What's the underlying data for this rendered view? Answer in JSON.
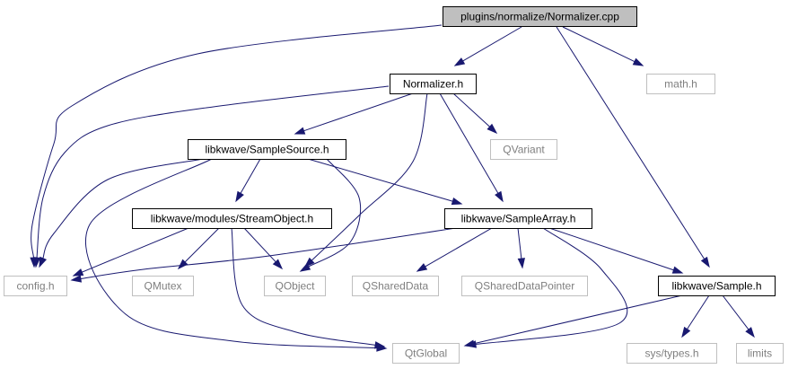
{
  "graph": {
    "nodes": [
      {
        "id": "normalizer_cpp",
        "label": "plugins/normalize/Normalizer.cpp",
        "style": "root"
      },
      {
        "id": "normalizer_h",
        "label": "Normalizer.h",
        "style": "documented"
      },
      {
        "id": "math_h",
        "label": "math.h",
        "style": "external"
      },
      {
        "id": "samplesource_h",
        "label": "libkwave/SampleSource.h",
        "style": "documented"
      },
      {
        "id": "qvariant",
        "label": "QVariant",
        "style": "external"
      },
      {
        "id": "streamobject_h",
        "label": "libkwave/modules/StreamObject.h",
        "style": "documented"
      },
      {
        "id": "samplearray_h",
        "label": "libkwave/SampleArray.h",
        "style": "documented"
      },
      {
        "id": "config_h",
        "label": "config.h",
        "style": "external"
      },
      {
        "id": "qmutex",
        "label": "QMutex",
        "style": "external"
      },
      {
        "id": "qobject",
        "label": "QObject",
        "style": "external"
      },
      {
        "id": "qshareddata",
        "label": "QSharedData",
        "style": "external"
      },
      {
        "id": "qshareddatapointer",
        "label": "QSharedDataPointer",
        "style": "external"
      },
      {
        "id": "sample_h",
        "label": "libkwave/Sample.h",
        "style": "documented"
      },
      {
        "id": "qtglobal",
        "label": "QtGlobal",
        "style": "external"
      },
      {
        "id": "sys_types_h",
        "label": "sys/types.h",
        "style": "external"
      },
      {
        "id": "limits",
        "label": "limits",
        "style": "external"
      }
    ],
    "edges": [
      {
        "from": "normalizer_cpp",
        "to": "normalizer_h"
      },
      {
        "from": "normalizer_cpp",
        "to": "math_h"
      },
      {
        "from": "normalizer_cpp",
        "to": "config_h"
      },
      {
        "from": "normalizer_cpp",
        "to": "sample_h"
      },
      {
        "from": "normalizer_h",
        "to": "samplesource_h"
      },
      {
        "from": "normalizer_h",
        "to": "qvariant"
      },
      {
        "from": "normalizer_h",
        "to": "samplearray_h"
      },
      {
        "from": "normalizer_h",
        "to": "config_h"
      },
      {
        "from": "normalizer_h",
        "to": "qobject"
      },
      {
        "from": "samplesource_h",
        "to": "streamobject_h"
      },
      {
        "from": "samplesource_h",
        "to": "samplearray_h"
      },
      {
        "from": "samplesource_h",
        "to": "config_h"
      },
      {
        "from": "samplesource_h",
        "to": "qobject"
      },
      {
        "from": "samplesource_h",
        "to": "qtglobal"
      },
      {
        "from": "streamobject_h",
        "to": "config_h"
      },
      {
        "from": "streamobject_h",
        "to": "qmutex"
      },
      {
        "from": "streamobject_h",
        "to": "qobject"
      },
      {
        "from": "streamobject_h",
        "to": "qtglobal"
      },
      {
        "from": "samplearray_h",
        "to": "config_h"
      },
      {
        "from": "samplearray_h",
        "to": "qshareddata"
      },
      {
        "from": "samplearray_h",
        "to": "qshareddatapointer"
      },
      {
        "from": "samplearray_h",
        "to": "sample_h"
      },
      {
        "from": "samplearray_h",
        "to": "qtglobal"
      },
      {
        "from": "sample_h",
        "to": "qtglobal"
      },
      {
        "from": "sample_h",
        "to": "sys_types_h"
      },
      {
        "from": "sample_h",
        "to": "limits"
      }
    ]
  },
  "colors": {
    "edge": "#191970",
    "root_fill": "#bfbfbf",
    "root_border": "#000000",
    "documented_border": "#000000",
    "external_border": "#bfbfbf",
    "documented_text": "#000000",
    "external_text": "#7f7f7f"
  }
}
